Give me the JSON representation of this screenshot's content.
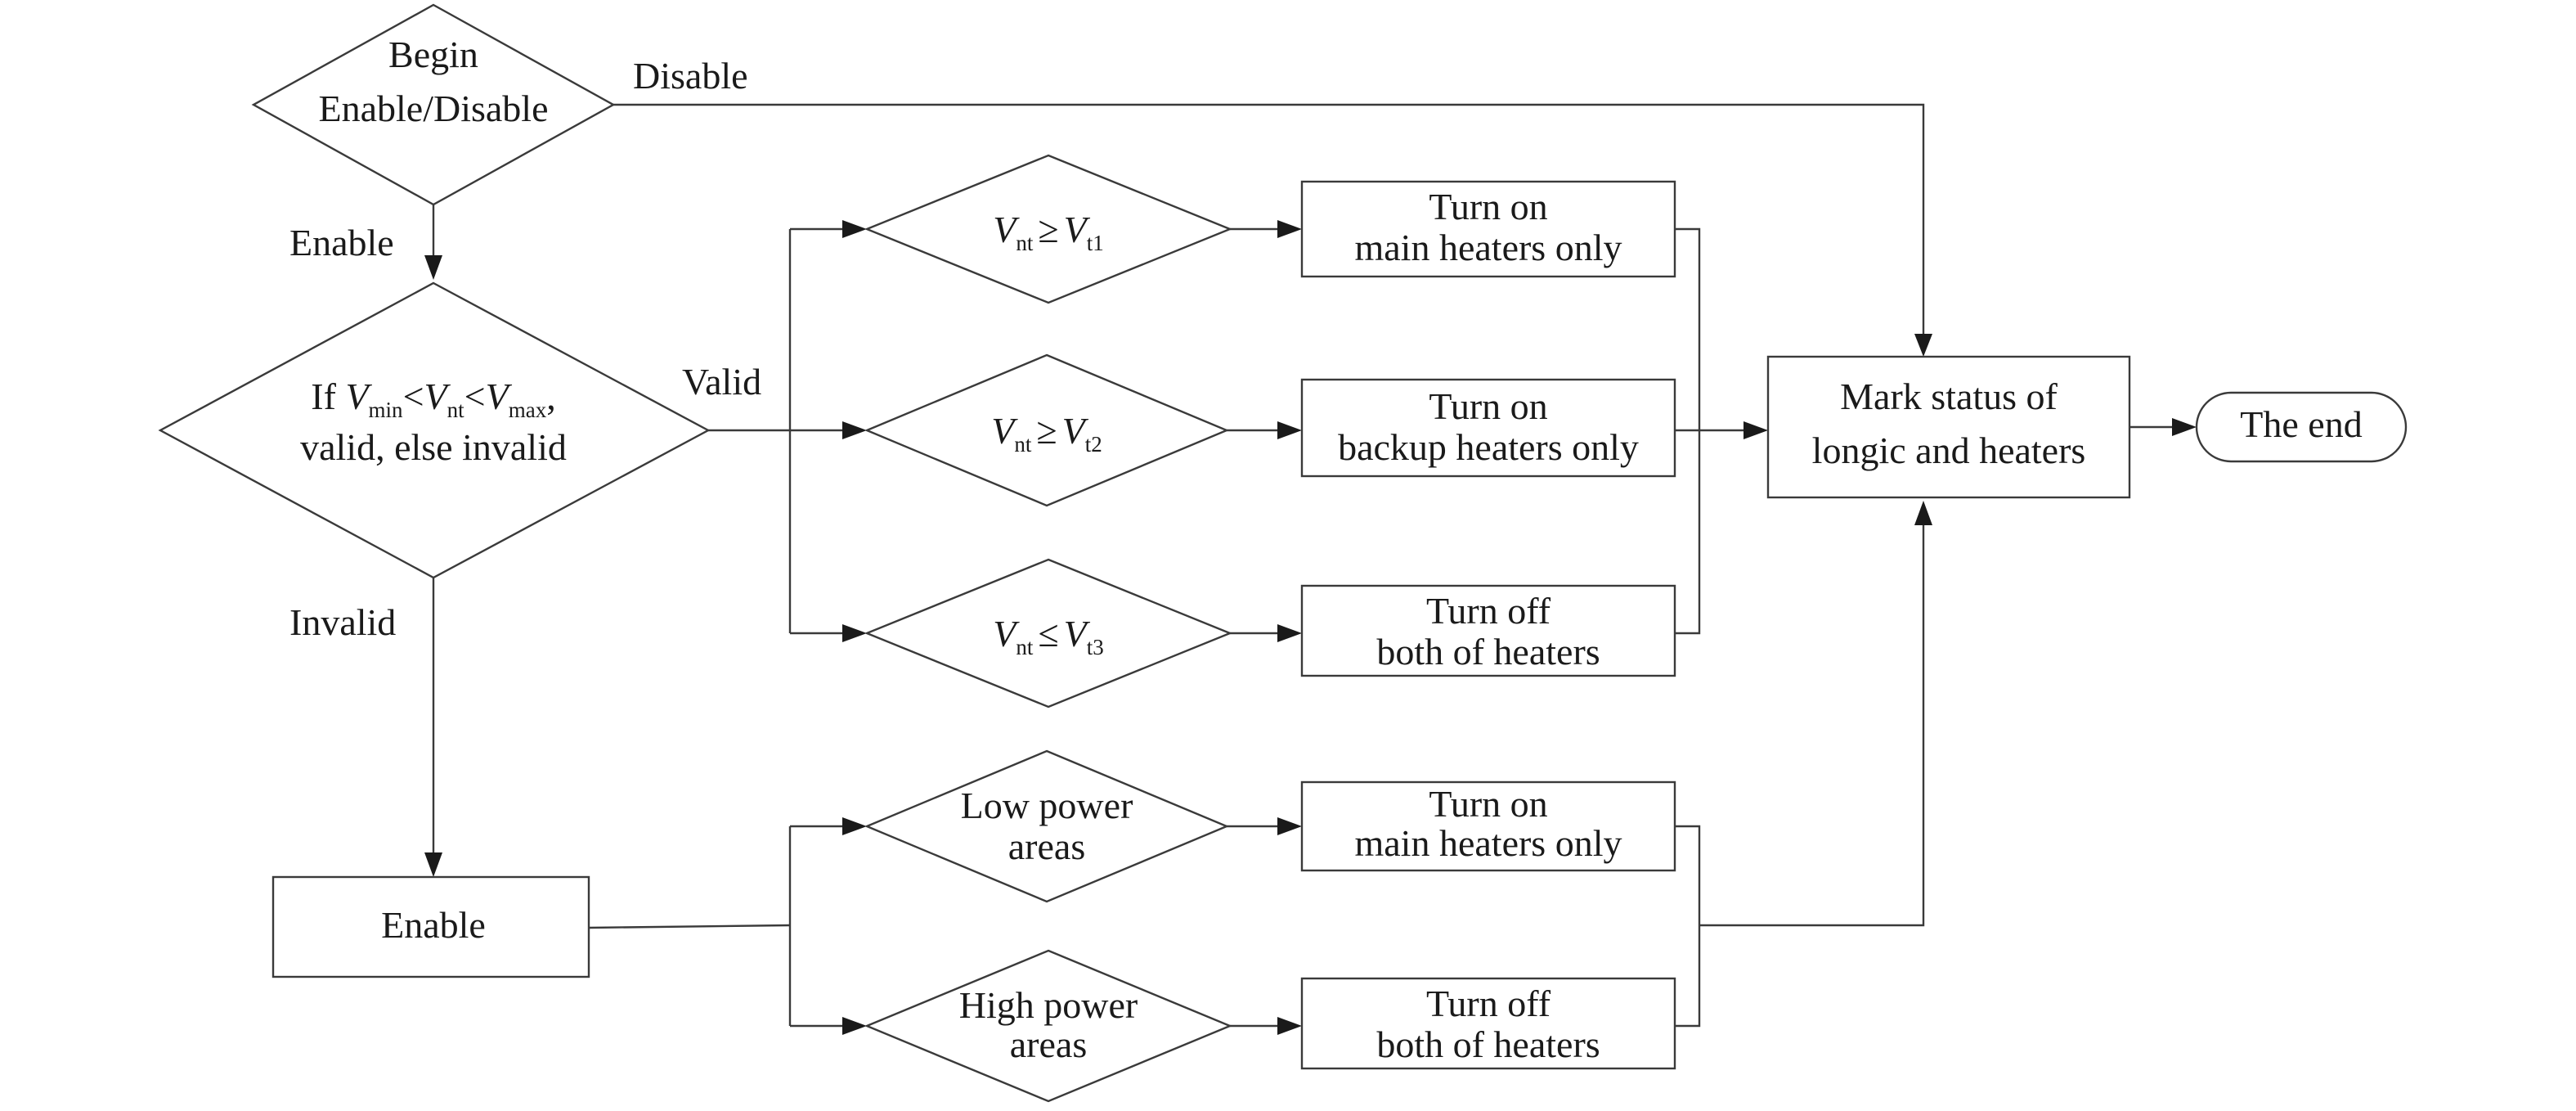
{
  "flow": {
    "start": {
      "line1": "Begin",
      "line2": "Enable/Disable"
    },
    "validity": {
      "line1_if": "If ",
      "v": "V",
      "min": "min",
      "lt": "<",
      "nt": "nt",
      "max": "max",
      "comma": ",",
      "line2": "valid, else invalid"
    },
    "conditions": {
      "c1": {
        "v": "V",
        "sub_l": "nt",
        "op": "≥",
        "sub_r": "t1"
      },
      "c2": {
        "v": "V",
        "sub_l": "nt",
        "op": "≥",
        "sub_r": "t2"
      },
      "c3": {
        "v": "V",
        "sub_l": "nt",
        "op": "≤",
        "sub_r": "t3"
      },
      "low": {
        "line1": "Low power",
        "line2": "areas"
      },
      "high": {
        "line1": "High power",
        "line2": "areas"
      }
    },
    "actions": {
      "a1": {
        "line1": "Turn on",
        "line2": "main heaters only"
      },
      "a2": {
        "line1": "Turn on",
        "line2": "backup heaters only"
      },
      "a3": {
        "line1": "Turn off",
        "line2": "both of heaters"
      },
      "a4": {
        "line1": "Turn on",
        "line2": "main heaters only"
      },
      "a5": {
        "line1": "Turn off",
        "line2": "both of heaters"
      }
    },
    "enable_box": "Enable",
    "mark": {
      "line1": "Mark status of",
      "line2": "longic and heaters"
    },
    "end": "The end",
    "edge_labels": {
      "disable": "Disable",
      "enable": "Enable",
      "valid": "Valid",
      "invalid": "Invalid"
    }
  }
}
